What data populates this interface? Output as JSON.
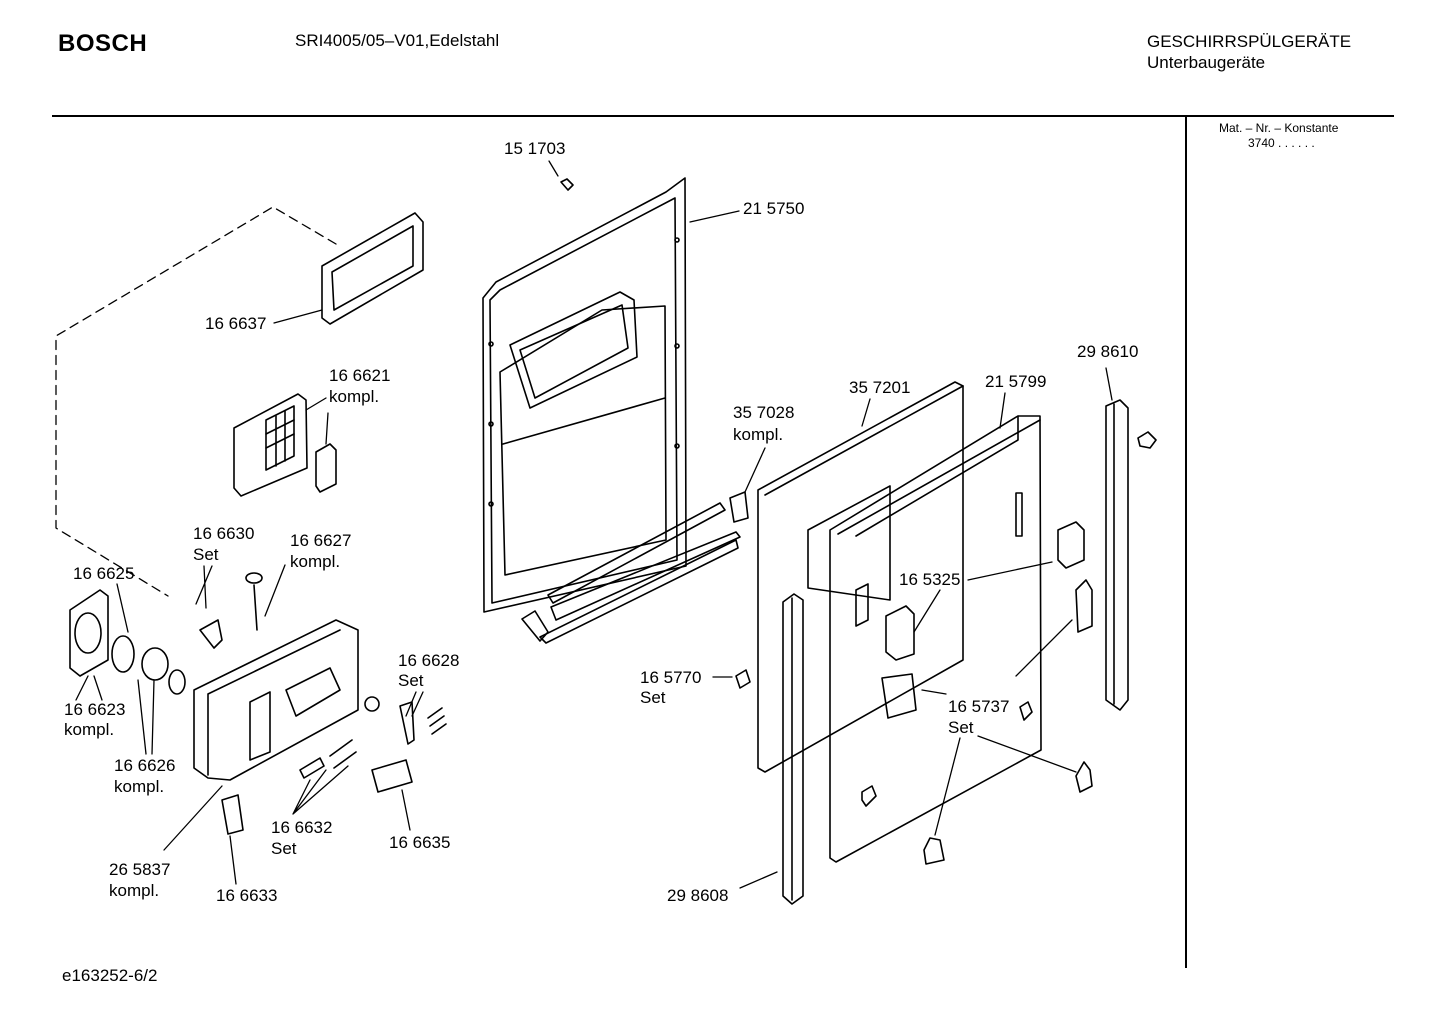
{
  "header": {
    "brand": "BOSCH",
    "model": "SRI4005/05–V01,Edelstahl",
    "category_line1": "GESCHIRRSPÜLGERÄTE",
    "category_line2": "Unterbaugeräte"
  },
  "mat_box": {
    "title": "Mat. – Nr. – Konstante",
    "value": "3740  .  .     .  .  .  ."
  },
  "footer": {
    "code": "e163252-6/2"
  },
  "parts": [
    {
      "number": "15 1703",
      "note": ""
    },
    {
      "number": "21 5750",
      "note": ""
    },
    {
      "number": "16 6637",
      "note": ""
    },
    {
      "number": "16 6621",
      "note": "kompl."
    },
    {
      "number": "35 7028",
      "note": "kompl."
    },
    {
      "number": "35 7201",
      "note": ""
    },
    {
      "number": "21 5799",
      "note": ""
    },
    {
      "number": "29 8610",
      "note": ""
    },
    {
      "number": "16 6630",
      "note": "Set"
    },
    {
      "number": "16 6627",
      "note": "kompl."
    },
    {
      "number": "16 6625",
      "note": ""
    },
    {
      "number": "16 5325",
      "note": ""
    },
    {
      "number": "16 6628",
      "note": "Set"
    },
    {
      "number": "16 6623",
      "note": "kompl."
    },
    {
      "number": "16 5770",
      "note": "Set"
    },
    {
      "number": "16 5737",
      "note": "Set"
    },
    {
      "number": "16 6626",
      "note": "kompl."
    },
    {
      "number": "16 6632",
      "note": "Set"
    },
    {
      "number": "16 6635",
      "note": ""
    },
    {
      "number": "26 5837",
      "note": "kompl."
    },
    {
      "number": "16 6633",
      "note": ""
    },
    {
      "number": "29 8608",
      "note": ""
    }
  ]
}
